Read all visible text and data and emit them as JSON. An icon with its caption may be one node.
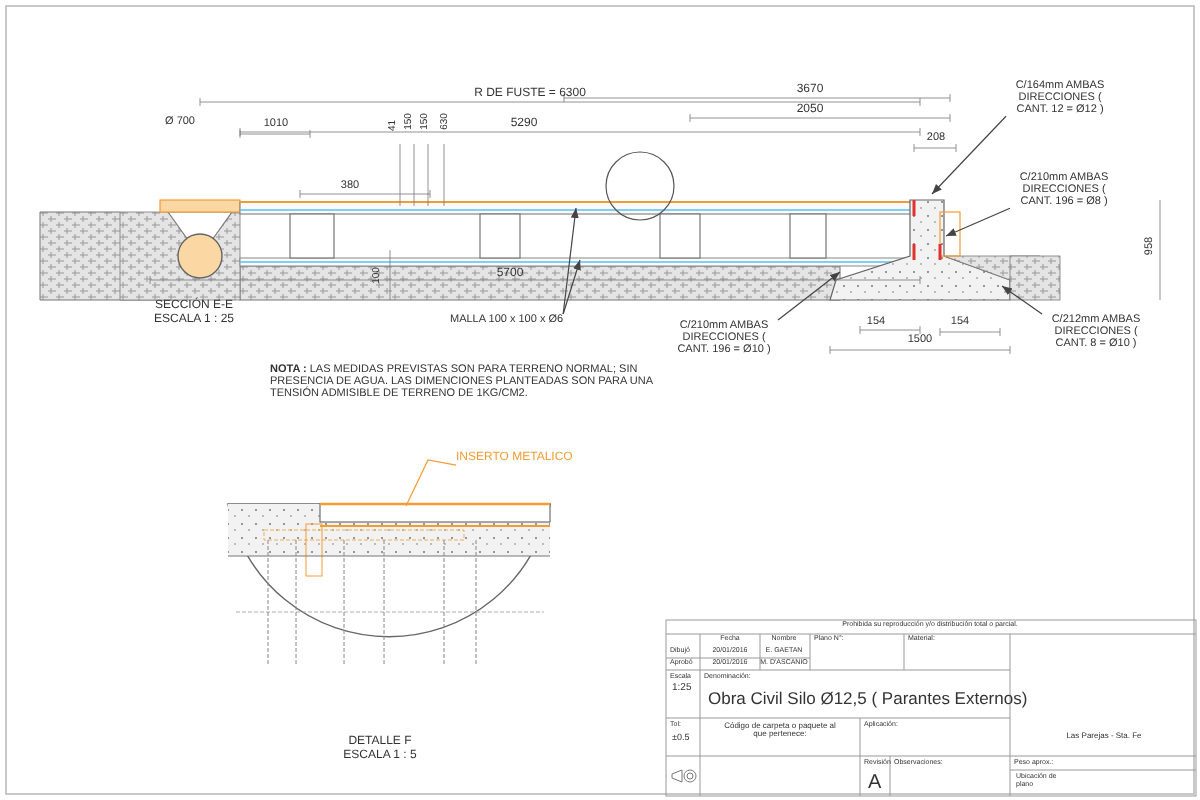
{
  "diagram": {
    "nodes": [
      {
        "text": [
          "C/164mm AMBAS DIRECCIONES ( CANT. 12 = Ø12 )"
        ]
      },
      {
        "text": [
          "C/210mm AMBAS DIRECCIONES ( CANT. 196 = Ø8 )"
        ]
      },
      {
        "text": [
          "C/210mm AMBAS DIRECCIONES ( CANT. 196 = Ø10 )"
        ]
      },
      {
        "text": [
          "C/212mm AMBAS DIRECCIONES ( CANT. 8 = Ø10 )"
        ]
      },
      {
        "text": [
          "MALLA 100 x 100 x Ø6"
        ]
      },
      {
        "text": [
          "INSERTO METALICO"
        ]
      }
    ],
    "edges": [
      {
        "from": 0,
        "to": null,
        "arrow": "to"
      },
      {
        "from": 1,
        "to": null,
        "arrow": "to"
      },
      {
        "from": 2,
        "to": null,
        "arrow": "to"
      },
      {
        "from": 3,
        "to": null,
        "arrow": "to"
      },
      {
        "from": 4,
        "to": null,
        "arrow": "to"
      },
      {
        "from": 4,
        "to": null,
        "arrow": "to"
      },
      {
        "from": 5,
        "to": null,
        "arrow": "none",
        "color": "#f39c34"
      }
    ],
    "labels": [
      "R DE FUSTE = 6300",
      "5290",
      "3670",
      "2050",
      "Ø 700",
      "1010",
      "41",
      "150",
      "150",
      "630",
      "380",
      "100",
      "208",
      "958",
      "5700",
      "154",
      "154",
      "1500",
      "SECCIÓN E-E ESCALA 1 : 25",
      "**NOTA :** LAS MEDIDAS PREVISTAS SON PARA TERRENO NORMAL; SIN PRESENCIA DE AGUA. LAS DIMENCIONES PLANTEADAS SON PARA UNA TENSIÓN ADMISIBLE DE TERRENO DE 1KG/CM2.",
      "DETALLE F ESCALA 1 : 5",
      "Prohibida su reproducción y/o distribución total o parcial.",
      "Fecha",
      "Nombre",
      "Plano N°:",
      "Material:",
      "Dibujó",
      "20/01/2016",
      "E. GAETAN",
      "Aprobó",
      "20/01/2016",
      "M. D'ASCANIO",
      "Escala",
      "1:25",
      "Denominación:",
      "Obra Civil Silo Ø12,5 ( Parantes Externos)",
      "Tol:",
      "±0.5",
      "Código de carpeta o paquete al que pertenece:",
      "Aplicación:",
      "Revisión",
      "Observaciones:",
      "Peso aprox.:",
      "A",
      "Ubicación de plano",
      "Las Parejas - Sta. Fe"
    ]
  }
}
